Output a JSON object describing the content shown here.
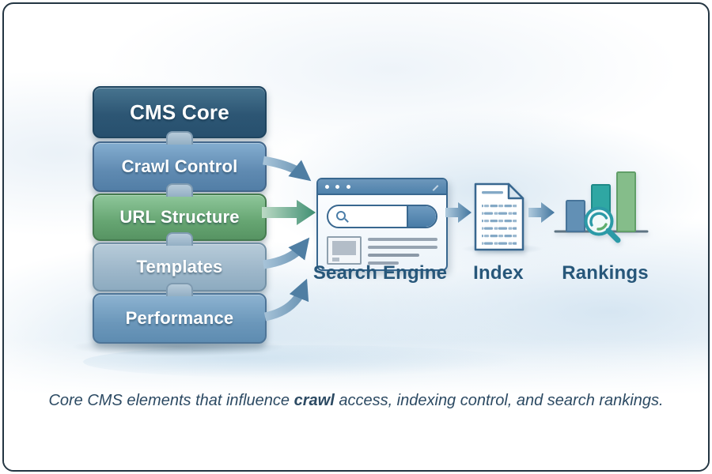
{
  "diagram": {
    "stack": {
      "items": [
        {
          "label": "CMS Core",
          "color": "#35607f"
        },
        {
          "label": "Crawl Control",
          "color": "#6b99c0"
        },
        {
          "label": "URL Structure",
          "color": "#72ae7e"
        },
        {
          "label": "Templates",
          "color": "#a8c1d3"
        },
        {
          "label": "Performance",
          "color": "#73a2c4"
        }
      ]
    },
    "nodes": [
      {
        "id": "search-engine",
        "label": "Search Engine",
        "icon": "browser-window-icon"
      },
      {
        "id": "index",
        "label": "Index",
        "icon": "document-icon"
      },
      {
        "id": "rankings",
        "label": "Rankings",
        "icon": "bar-chart-magnifier-icon"
      }
    ],
    "caption": {
      "before": "Core CMS elements that influence ",
      "bold": "crawl",
      "after": " access, indexing control, and search rankings."
    },
    "colors": {
      "label_text": "#27577a",
      "arrow_blue": "#4f7ea3",
      "arrow_green": "#3f8f72",
      "browser_titlebar": "#5d8cb3",
      "bar_1": "#6290b5",
      "bar_2": "#2fa7a3",
      "bar_3": "#85bd8a",
      "magnifier": "#2b9aa7",
      "frame_border": "#233542"
    }
  }
}
